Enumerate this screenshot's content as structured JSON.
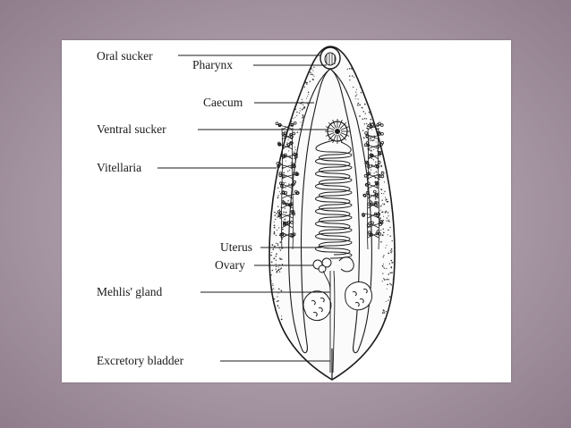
{
  "labels": {
    "oral_sucker": "Oral sucker",
    "pharynx": "Pharynx",
    "caecum": "Caecum",
    "ventral_sucker": "Ventral sucker",
    "vitellaria": "Vitellaria",
    "uterus": "Uterus",
    "ovary": "Ovary",
    "mehlis_gland": "Mehlis' gland",
    "excretory_bladder": "Excretory bladder"
  },
  "colors": {
    "background": "#a897a4",
    "ink": "#1a1a1a",
    "panel": "#ffffff"
  }
}
